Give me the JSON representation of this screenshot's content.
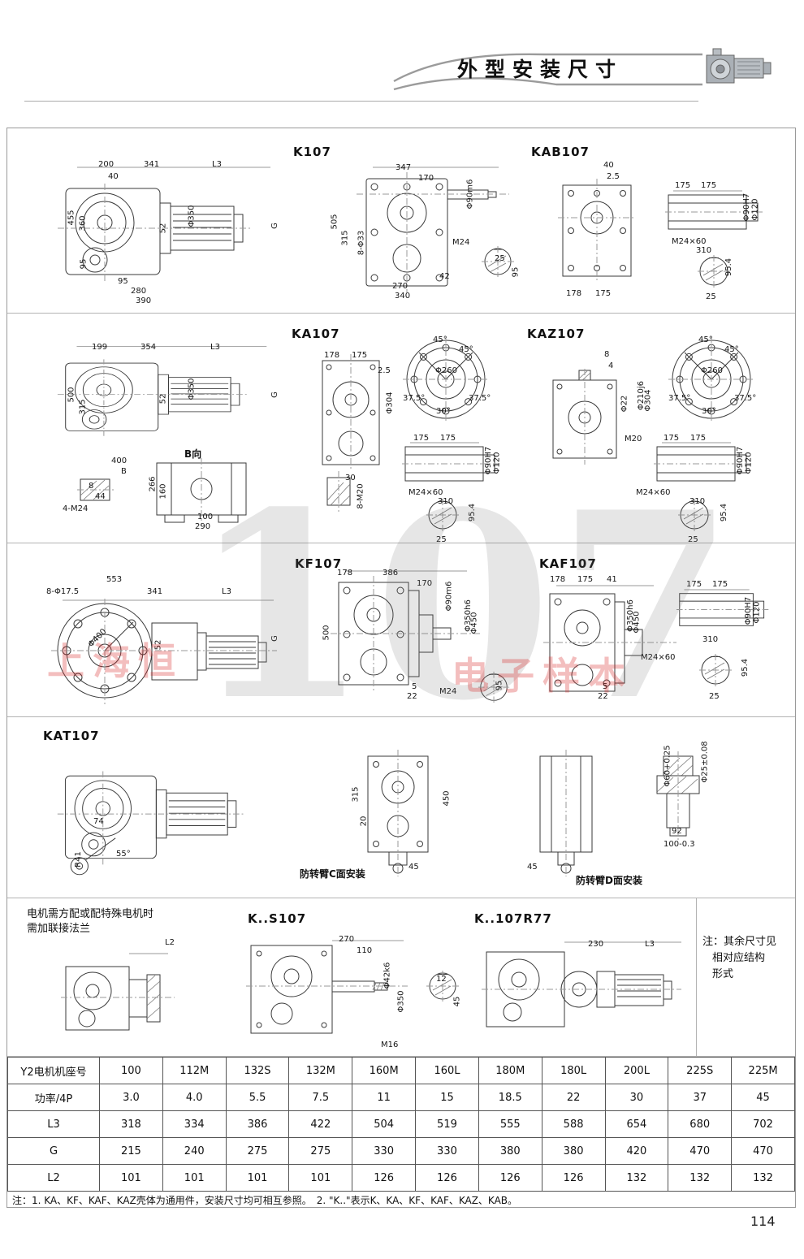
{
  "header": {
    "title": "外型安装尺寸",
    "page_number": "114"
  },
  "watermark": {
    "big": "107",
    "red_a": "上海恒",
    "red_b": "电子样本"
  },
  "s1": {
    "title_a": "K107",
    "title_b": "KAB107",
    "a": [
      "200",
      "341",
      "L3",
      "40",
      "455",
      "360",
      "52",
      "Φ350",
      "G",
      "95",
      "95",
      "280",
      "390"
    ],
    "b": [
      "347",
      "170",
      "Φ90m6",
      "M24",
      "505",
      "315",
      "8-Φ33",
      "42",
      "270",
      "340",
      "25",
      "95"
    ],
    "c": [
      "40",
      "2.5",
      "178",
      "175",
      "175",
      "175",
      "M24×60",
      "310",
      "Φ90H7",
      "Φ120",
      "95.4",
      "25"
    ]
  },
  "s2": {
    "title_a": "KA107",
    "title_b": "KAZ107",
    "a": [
      "199",
      "354",
      "L3",
      "500",
      "315",
      "52",
      "Φ350",
      "G",
      "400",
      "B",
      "B向",
      "266",
      "160",
      "8",
      "44",
      "4-M24",
      "100",
      "290"
    ],
    "b": [
      "178",
      "175",
      "2.5",
      "Φ304",
      "30",
      "8-M20"
    ],
    "flange": [
      "45°",
      "45°",
      "Φ260",
      "37.5°",
      "30°",
      "37.5°"
    ],
    "shaft": [
      "175",
      "175",
      "M24×60",
      "310",
      "Φ90H7",
      "Φ120",
      "95.4",
      "25"
    ],
    "c": [
      "8",
      "4",
      "Φ22",
      "Φ210j6",
      "Φ304",
      "M20"
    ]
  },
  "s3": {
    "title_a": "KF107",
    "title_b": "KAF107",
    "a": [
      "553",
      "8-Φ17.5",
      "341",
      "L3",
      "Φ400",
      "52",
      "G"
    ],
    "b": [
      "178",
      "386",
      "170",
      "Φ90m6",
      "Φ350h6",
      "Φ450",
      "500",
      "5",
      "22",
      "M24",
      "95"
    ],
    "c": [
      "178",
      "175",
      "41",
      "Φ350h6",
      "Φ450",
      "M24×60",
      "175",
      "175",
      "310",
      "Φ90H7",
      "Φ120",
      "5",
      "22",
      "95.4",
      "25"
    ]
  },
  "s4": {
    "title": "KAT107",
    "a": [
      "74",
      "R41",
      "55°"
    ],
    "b": [
      "315",
      "20",
      "450",
      "45"
    ],
    "cap_c": "防转臂C面安装",
    "cap_d": "防转臂D面安装",
    "c": [
      "45"
    ],
    "d": [
      "Φ60+0.25",
      "Φ25±0.08",
      "92",
      "100-0.3"
    ]
  },
  "s5": {
    "note_left_1": "电机需方配或配特殊电机时",
    "note_left_2": "需加联接法兰",
    "l2": "L2",
    "title_a": "K..S107",
    "title_b": "K..107R77",
    "a": [
      "270",
      "110",
      "Φ42k6",
      "Φ350",
      "M16",
      "12",
      "45"
    ],
    "b": [
      "230",
      "L3"
    ],
    "note_right_1": "注：其余尺寸见",
    "note_right_2": "相对应结构",
    "note_right_3": "形式"
  },
  "table": {
    "rows": [
      [
        "Y2电机机座号",
        "100",
        "112M",
        "132S",
        "132M",
        "160M",
        "160L",
        "180M",
        "180L",
        "200L",
        "225S",
        "225M"
      ],
      [
        "功率/4P",
        "3.0",
        "4.0",
        "5.5",
        "7.5",
        "11",
        "15",
        "18.5",
        "22",
        "30",
        "37",
        "45"
      ],
      [
        "L3",
        "318",
        "334",
        "386",
        "422",
        "504",
        "519",
        "555",
        "588",
        "654",
        "680",
        "702"
      ],
      [
        "G",
        "215",
        "240",
        "275",
        "275",
        "330",
        "330",
        "380",
        "380",
        "420",
        "470",
        "470"
      ],
      [
        "L2",
        "101",
        "101",
        "101",
        "101",
        "126",
        "126",
        "126",
        "126",
        "132",
        "132",
        "132"
      ]
    ]
  },
  "footnote": "注：1. KA、KF、KAF、KAZ壳体为通用件，安装尺寸均可相互参照。　2. \"K..\"表示K、KA、KF、KAF、KAZ、KAB。"
}
